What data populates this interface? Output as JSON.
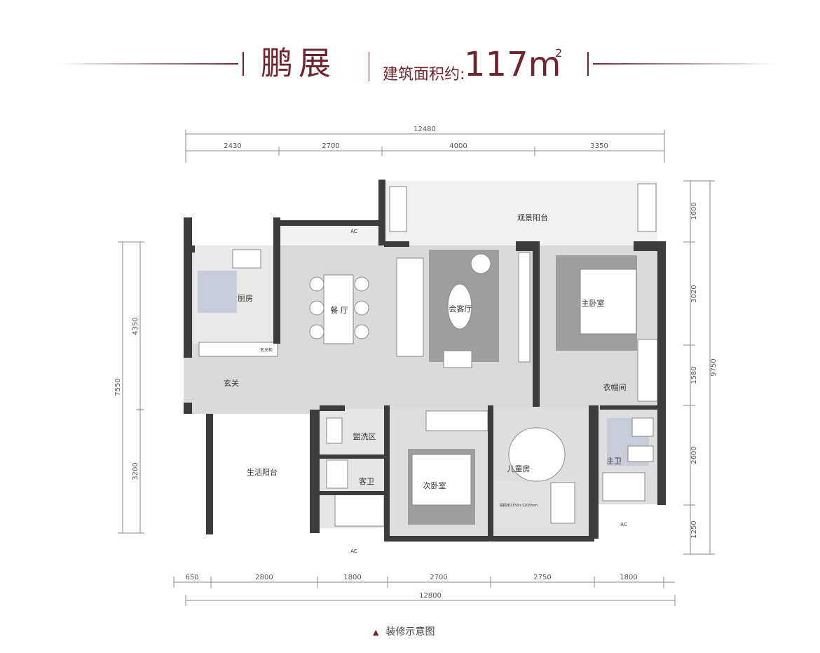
{
  "header": {
    "name": "鹏展",
    "area_label": "建筑面积约:",
    "area_value": "117m",
    "area_superscript": "2",
    "accent_color": "#6e2530"
  },
  "dimensions": {
    "top_total": "12480",
    "top_segments": [
      "2430",
      "2700",
      "4000",
      "3350"
    ],
    "bottom_segments": [
      "650",
      "2800",
      "1800",
      "2700",
      "2750",
      "1800"
    ],
    "bottom_total": "12800",
    "left_outer": [
      "7550"
    ],
    "left_inner": [
      "4350",
      "3200"
    ],
    "right_inner": [
      "1600",
      "3020",
      "1580",
      "2600",
      "1250"
    ],
    "right_outer": [
      "9750"
    ]
  },
  "rooms": {
    "kitchen": "厨房",
    "dining": "餐 厅",
    "living": "会客厅",
    "balcony_view": "观景阳台",
    "master_bedroom": "主卧室",
    "entrance": "玄关",
    "cloakroom": "衣帽间",
    "wash_area": "盥洗区",
    "life_balcony": "生活阳台",
    "guest_bath": "客卫",
    "second_bedroom": "次卧室",
    "children_room": "儿童房",
    "master_bath": "主卫",
    "shoe_cabinet": "玄关柜",
    "ac1": "AC",
    "ac2": "AC",
    "ac3": "AC",
    "bed_note": "榻榻米2150×1200mm"
  },
  "footer": {
    "note": "装修示意图"
  }
}
